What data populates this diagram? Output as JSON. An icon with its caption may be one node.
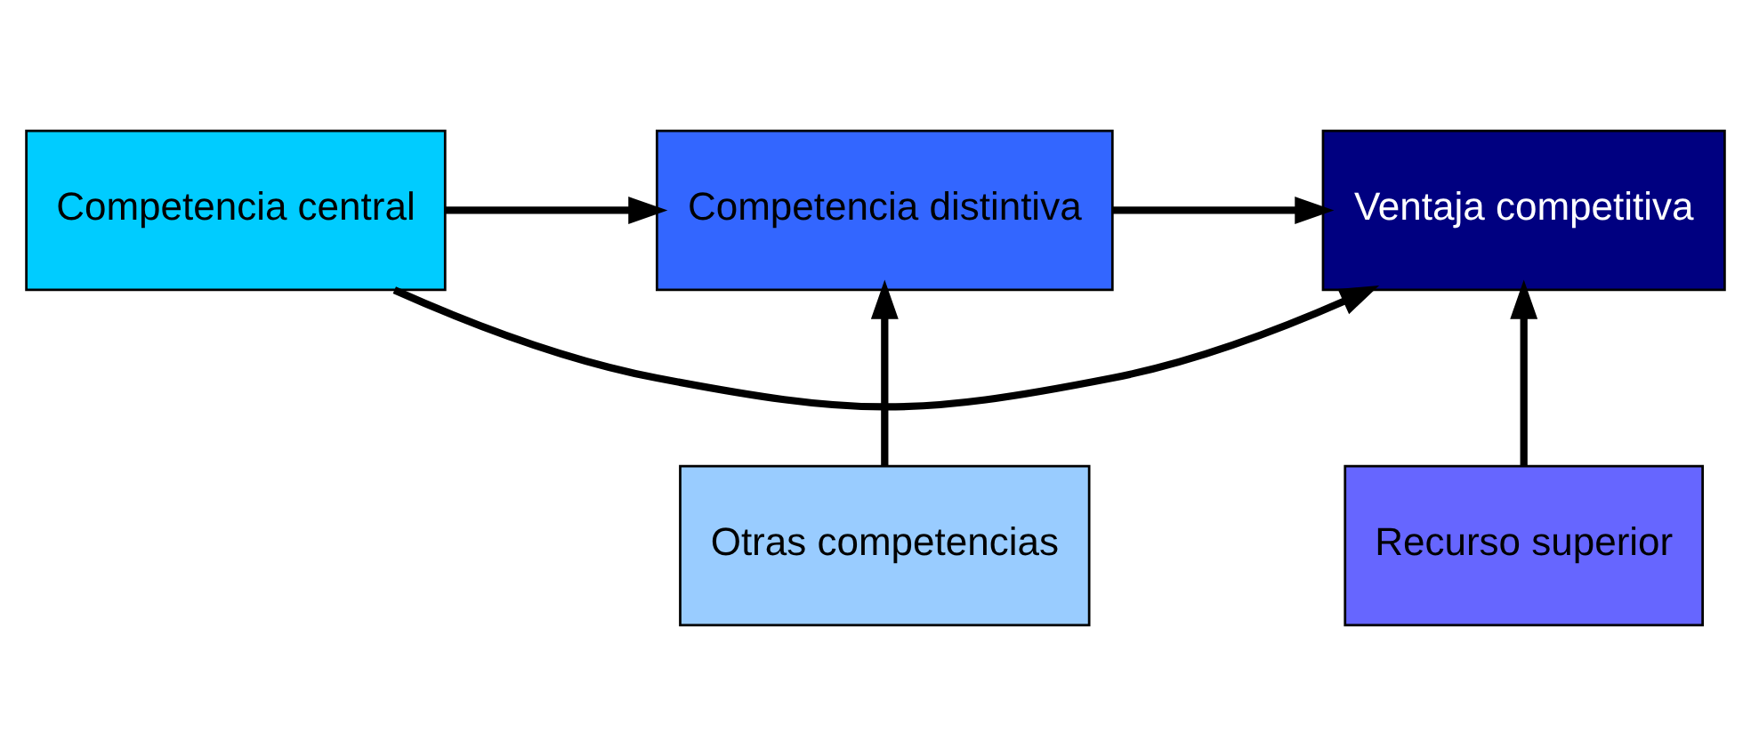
{
  "diagram": {
    "nodes": [
      {
        "text": [
          "Competencia central"
        ]
      },
      {
        "text": [
          "Competencia distintiva"
        ]
      },
      {
        "text": [
          "Ventaja competitiva"
        ]
      },
      {
        "text": [
          "Otras competencias"
        ]
      },
      {
        "text": [
          "Recurso superior"
        ]
      }
    ],
    "edges": [
      {
        "from": 0,
        "to": 2,
        "arrow": "to"
      },
      {
        "from": 0,
        "to": 1,
        "arrow": "to"
      },
      {
        "from": 1,
        "to": 2,
        "arrow": "to"
      },
      {
        "from": 3,
        "to": 1,
        "arrow": "to"
      },
      {
        "from": 4,
        "to": 2,
        "arrow": "to"
      }
    ]
  }
}
